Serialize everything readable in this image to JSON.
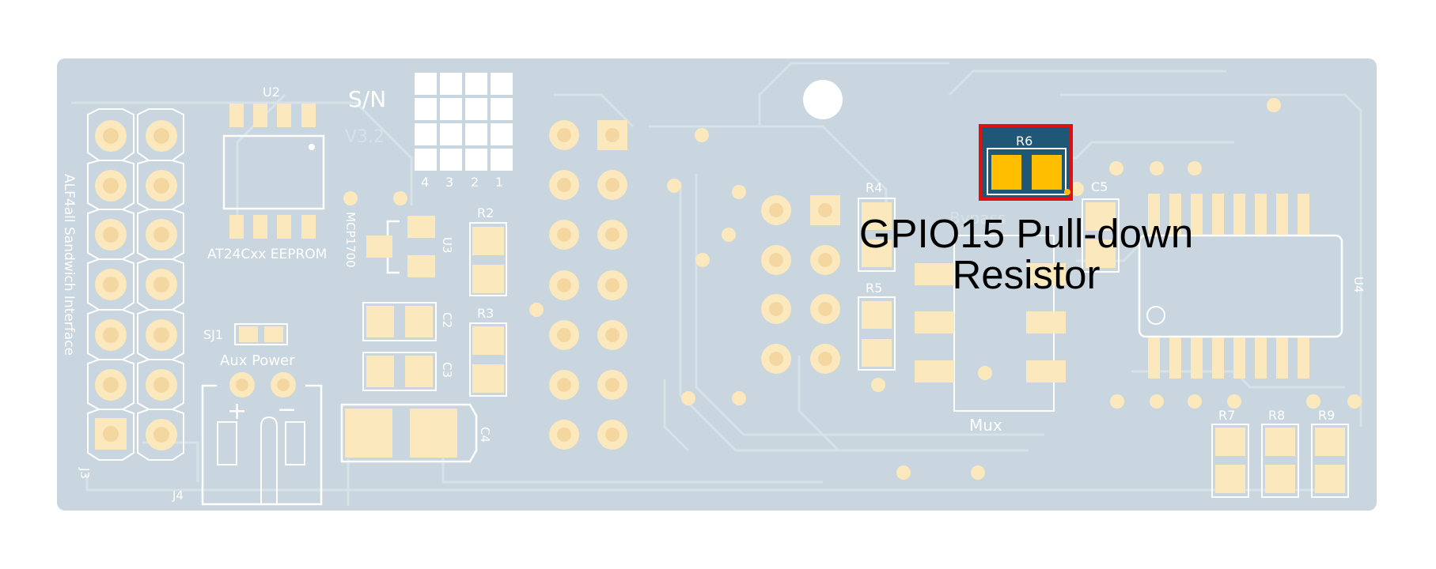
{
  "board": {
    "colors": {
      "board": "#c9d6df",
      "trace": "#d7e1e8",
      "pad": "#fbe9bd",
      "pad_ring": "#f4d7a0",
      "silk": "#ffffff",
      "highlight_box": "#e01010",
      "highlight_fill": "#1f5876",
      "highlight_pad": "#ffbf00",
      "annotation_text": "#000000"
    },
    "labels": {
      "j3": "J3",
      "j3_title": "ALF4all Sandwich Interface",
      "u2": "U2",
      "u2_desc": "AT24Cxx EEPROM",
      "sn": "S/N",
      "version": "V3.2",
      "sn_cols": [
        "4",
        "3",
        "2",
        "1"
      ],
      "mcp": "MCP1700",
      "u3": "U3",
      "r2": "R2",
      "r3": "R3",
      "c2": "C2",
      "c3": "C3",
      "c4": "C4",
      "sj1": "SJ1",
      "aux_power": "Aux Power",
      "plus": "+",
      "minus": "−",
      "j4": "J4",
      "r4": "R4",
      "r5": "R5",
      "r6": "R6",
      "bypass": "Bypass",
      "c5": "C5",
      "mux": "Mux",
      "u4": "U4",
      "r7": "R7",
      "r8": "R8",
      "r9": "R9"
    }
  },
  "annotation": {
    "line1": "GPIO15 Pull-down",
    "line2": "Resistor",
    "target": "R6"
  }
}
